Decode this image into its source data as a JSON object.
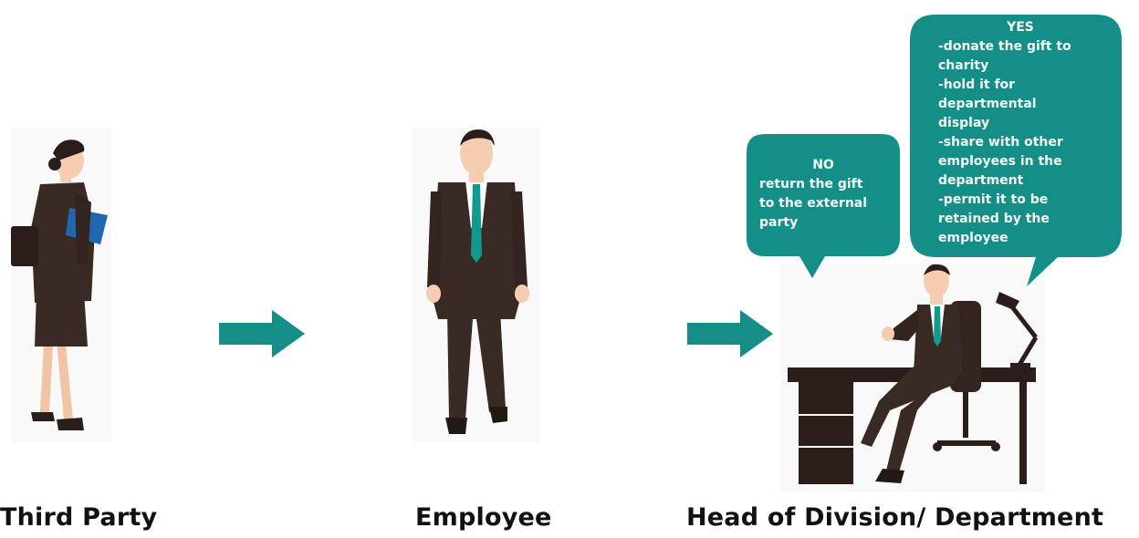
{
  "colors": {
    "teal": "#138f87",
    "suit": "#3a2a24",
    "skin": "#f6cdb0",
    "tie": "#109a8f",
    "folder": "#2167b0"
  },
  "labels": {
    "third_party": "Third Party",
    "employee": "Employee",
    "head": "Head of Division/ Department"
  },
  "bubble_no": {
    "title": "NO",
    "lines": [
      "return the gift",
      "to the external",
      "party"
    ]
  },
  "bubble_yes": {
    "title": "YES",
    "lines": [
      "-donate the gift to",
      "charity",
      "-hold it for",
      "departmental",
      "display",
      "-share with other",
      "employees in the",
      "department",
      "-permit it to be",
      "retained by the",
      "employee"
    ]
  },
  "icons": {
    "arrow_1": "right-arrow-icon",
    "arrow_2": "right-arrow-icon"
  }
}
